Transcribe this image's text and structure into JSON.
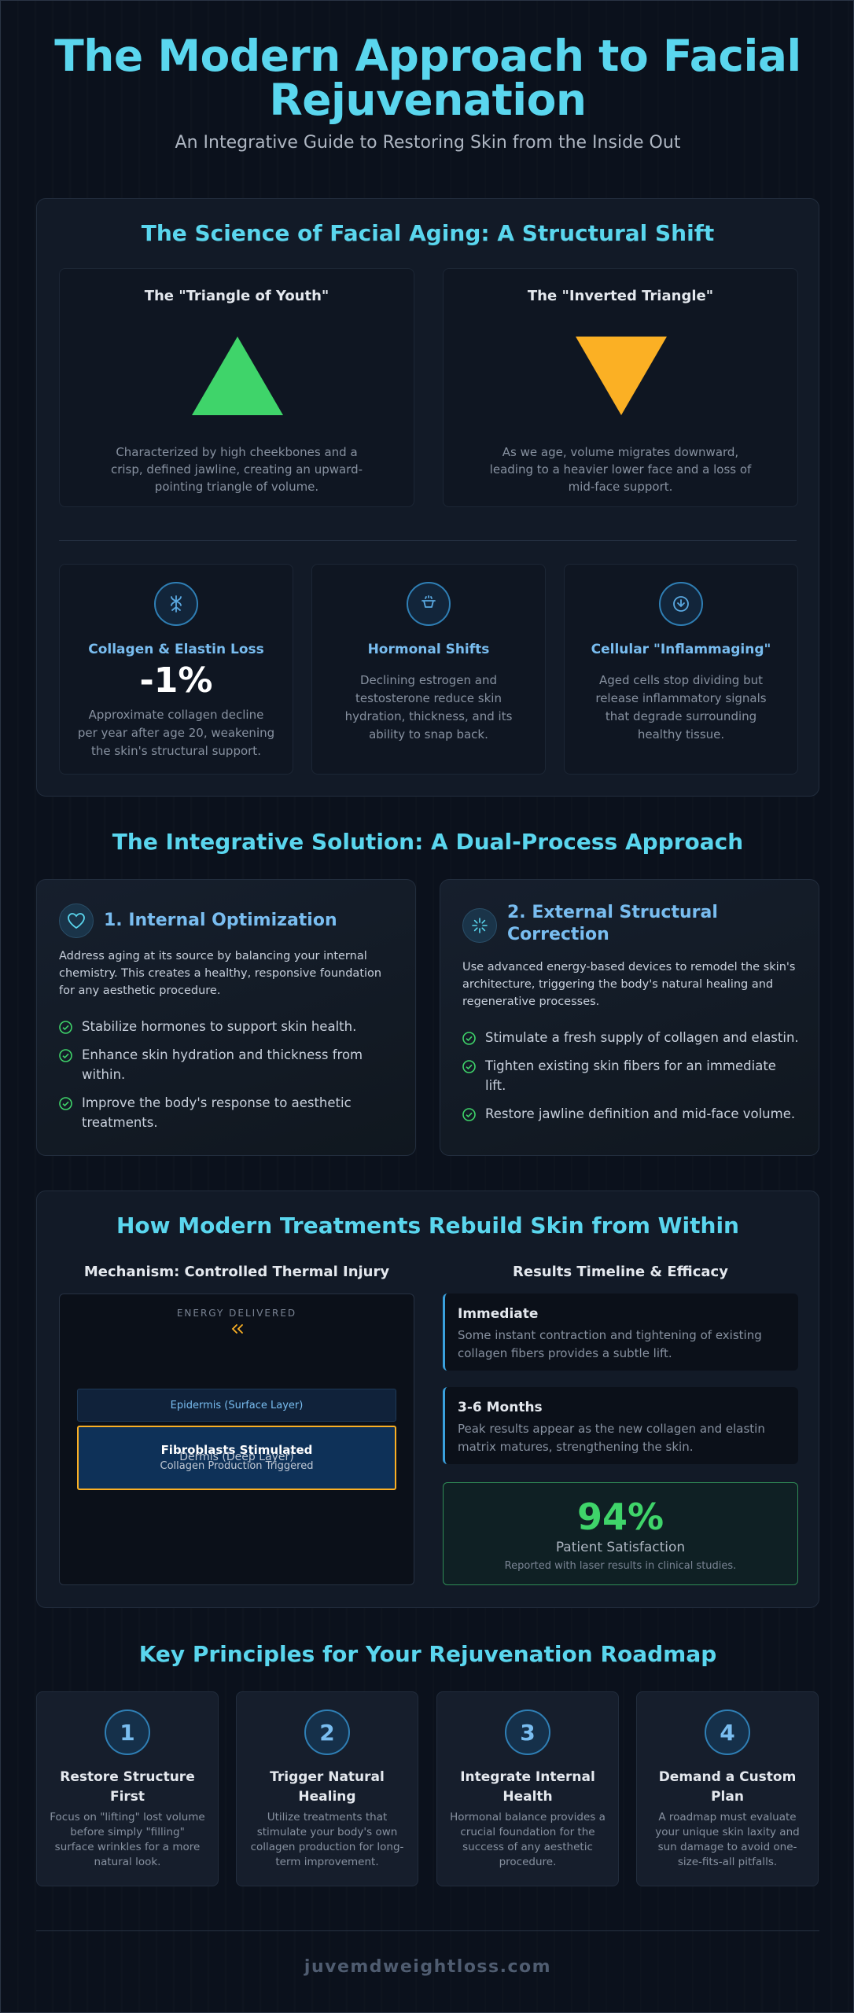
{
  "header": {
    "title": "The Modern Approach to Facial Rejuvenation",
    "subtitle": "An Integrative Guide to Restoring Skin from the Inside Out"
  },
  "science": {
    "title": "The Science of Facial Aging: A Structural Shift",
    "youth": {
      "title": "The \"Triangle of Youth\"",
      "desc": "Characterized by high cheekbones and a crisp, defined jawline, creating an upward-pointing triangle of volume.",
      "color": "#3fd46a"
    },
    "inverted": {
      "title": "The \"Inverted Triangle\"",
      "desc": "As we age, volume migrates downward, leading to a heavier lower face and a loss of mid-face support.",
      "color": "#fbb024"
    },
    "factors": [
      {
        "icon": "dna-icon",
        "title": "Collagen & Elastin Loss",
        "stat": "-1%",
        "desc": "Approximate collagen decline per year after age 20, weakening the skin's structural support."
      },
      {
        "icon": "hormone-icon",
        "title": "Hormonal Shifts",
        "desc": "Declining estrogen and testosterone reduce skin hydration, thickness, and its ability to snap back."
      },
      {
        "icon": "cell-icon",
        "title": "Cellular \"Inflammaging\"",
        "desc": "Aged cells stop dividing but release inflammatory signals that degrade surrounding healthy tissue."
      }
    ]
  },
  "integrative": {
    "title": "The Integrative Solution: A Dual-Process Approach",
    "internal": {
      "icon": "heart-icon",
      "title": "1. Internal Optimization",
      "desc": "Address aging at its source by balancing your internal chemistry. This creates a healthy, responsive foundation for any aesthetic procedure.",
      "items": [
        "Stabilize hormones to support skin health.",
        "Enhance skin hydration and thickness from within.",
        "Improve the body's response to aesthetic treatments."
      ]
    },
    "external": {
      "icon": "sparkle-icon",
      "title": "2. External Structural Correction",
      "desc": "Use advanced energy-based devices to remodel the skin's architecture, triggering the body's natural healing and regenerative processes.",
      "items": [
        "Stimulate a fresh supply of collagen and elastin.",
        "Tighten existing skin fibers for an immediate lift.",
        "Restore jawline definition and mid-face volume."
      ]
    }
  },
  "treatments": {
    "title": "How Modern Treatments Rebuild Skin from Within",
    "mechanism": {
      "heading": "Mechanism: Controlled Thermal Injury",
      "energy_label": "ENERGY DELIVERED",
      "epidermis": "Epidermis (Surface Layer)",
      "dermis": "Dermis (Deep Layer)",
      "fibro_title": "Fibroblasts Stimulated",
      "fibro_sub": "Collagen Production Triggered"
    },
    "results": {
      "heading": "Results Timeline & Efficacy",
      "timeline": [
        {
          "title": "Immediate",
          "desc": "Some instant contraction and tightening of existing collagen fibers provides a subtle lift."
        },
        {
          "title": "3-6 Months",
          "desc": "Peak results appear as the new collagen and elastin matrix matures, strengthening the skin."
        }
      ],
      "stat": "94%",
      "stat_label": "Patient Satisfaction",
      "stat_note": "Reported with laser results in clinical studies."
    }
  },
  "principles": {
    "title": "Key Principles for Your Rejuvenation Roadmap",
    "items": [
      {
        "num": "1",
        "title": "Restore Structure First",
        "desc": "Focus on \"lifting\" lost volume before simply \"filling\" surface wrinkles for a more natural look."
      },
      {
        "num": "2",
        "title": "Trigger Natural Healing",
        "desc": "Utilize treatments that stimulate your body's own collagen production for long-term improvement."
      },
      {
        "num": "3",
        "title": "Integrate Internal Health",
        "desc": "Hormonal balance provides a crucial foundation for the success of any aesthetic procedure."
      },
      {
        "num": "4",
        "title": "Demand a Custom Plan",
        "desc": "A roadmap must evaluate your unique skin laxity and sun damage to avoid one-size-fits-all pitfalls."
      }
    ]
  },
  "footer": {
    "site": "juvemdweightloss.com"
  },
  "colors": {
    "accent": "#5ad6ee",
    "link": "#79bdf0",
    "check": "#3fd46a",
    "warm": "#fbb024",
    "background": "#0b111c"
  }
}
